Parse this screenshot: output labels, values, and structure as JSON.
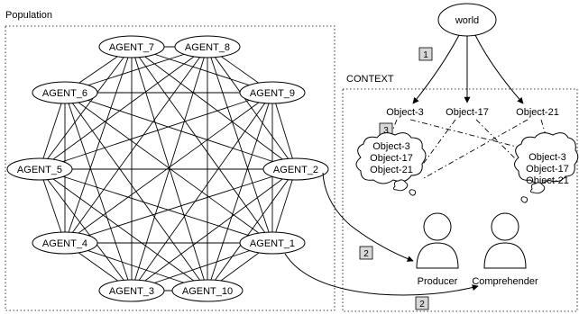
{
  "population": {
    "title": "Population",
    "agents": [
      "AGENT_7",
      "AGENT_8",
      "AGENT_6",
      "AGENT_9",
      "AGENT_5",
      "AGENT_2",
      "AGENT_4",
      "AGENT_1",
      "AGENT_3",
      "AGENT_10"
    ]
  },
  "context": {
    "title": "CONTEXT",
    "world": "world",
    "objects": [
      "Object-3",
      "Object-17",
      "Object-21"
    ],
    "cloud_left": [
      "Object-3",
      "Object-17",
      "Object-21"
    ],
    "cloud_right": [
      "Object-3",
      "Object-17",
      "Object-21"
    ],
    "producer": "Producer",
    "comprehender": "Comprehender"
  },
  "steps": {
    "one": "1",
    "two_a": "2",
    "two_b": "2",
    "three": "3"
  }
}
